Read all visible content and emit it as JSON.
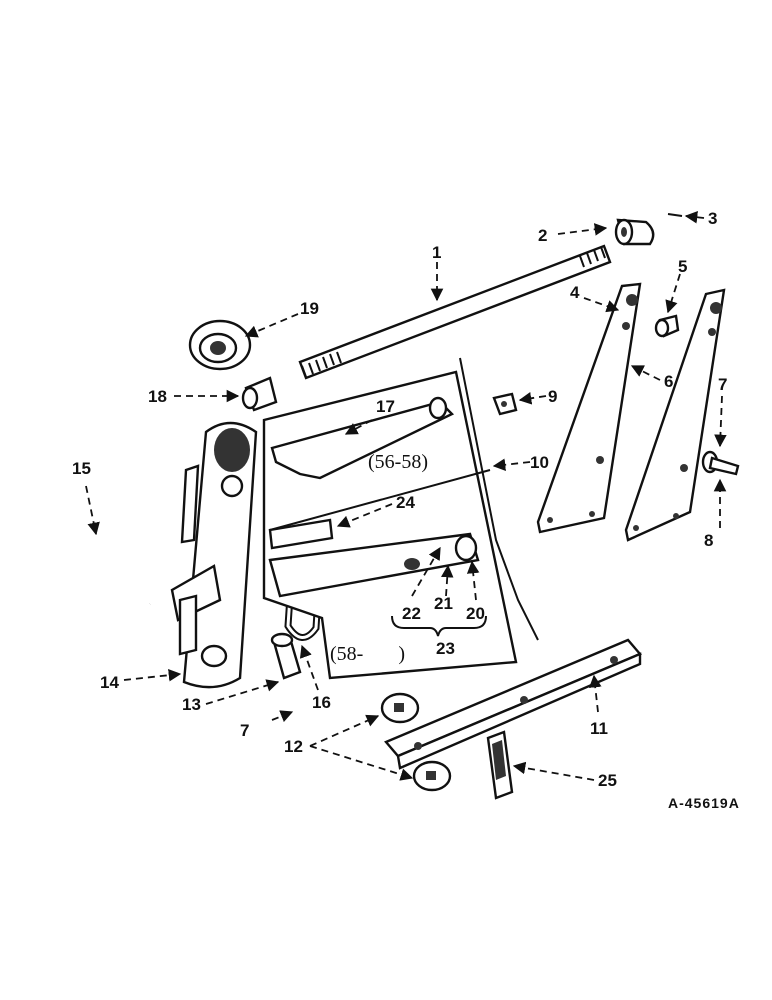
{
  "diagram": {
    "callouts": [
      "1",
      "2",
      "3",
      "4",
      "5",
      "6",
      "7",
      "8",
      "9",
      "10",
      "11",
      "12",
      "13",
      "14",
      "15",
      "16",
      "17",
      "18",
      "19",
      "20",
      "21",
      "22",
      "23",
      "24",
      "25",
      "7"
    ],
    "year_labels": {
      "early": "(56-58)",
      "late": "(58-       )"
    },
    "drawing_code": "A-45619A"
  }
}
